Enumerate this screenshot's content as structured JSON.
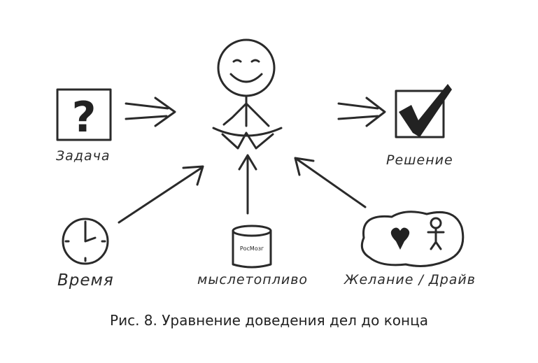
{
  "labels": {
    "task": "Задача",
    "solution": "Решение",
    "time": "Время",
    "fuel": "мыслетопливо",
    "jar_label": "РосМозг",
    "desire": "Желание / Драйв"
  },
  "task_symbol": "?",
  "caption": "Рис. 8. Уравнение доведения дел до конца"
}
